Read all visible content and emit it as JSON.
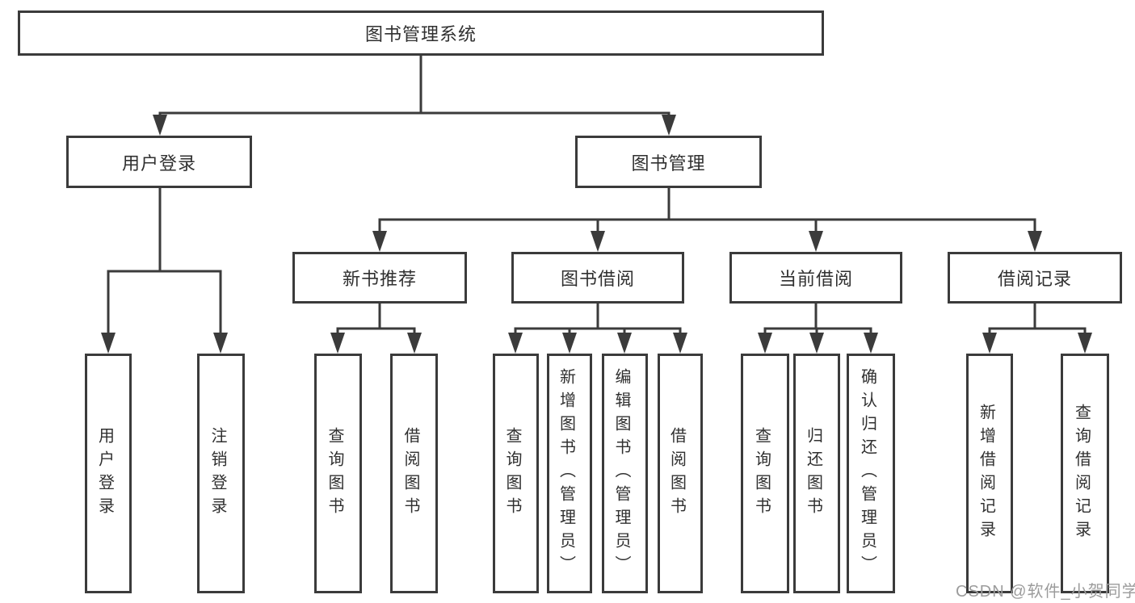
{
  "colors": {
    "line": "#3b3b3b",
    "box_border": "#3b3b3b",
    "text": "#303030",
    "watermark_text": "#9c9c9c",
    "background": "#ffffff"
  },
  "watermark": {
    "text": "CSDN @软件_小贺同学"
  },
  "diagram": {
    "type": "hierarchy-tree",
    "root": {
      "label": "图书管理系统",
      "children": [
        {
          "label": "用户登录",
          "children": [
            {
              "label": "用户登录"
            },
            {
              "label": "注销登录"
            }
          ]
        },
        {
          "label": "图书管理",
          "children": [
            {
              "label": "新书推荐",
              "children": [
                {
                  "label": "查询图书"
                },
                {
                  "label": "借阅图书"
                }
              ]
            },
            {
              "label": "图书借阅",
              "children": [
                {
                  "label": "查询图书"
                },
                {
                  "label": "新增图书（管理员）"
                },
                {
                  "label": "编辑图书（管理员）"
                },
                {
                  "label": "借阅图书"
                }
              ]
            },
            {
              "label": "当前借阅",
              "children": [
                {
                  "label": "查询图书"
                },
                {
                  "label": "归还图书"
                },
                {
                  "label": "确认归还（管理员）"
                }
              ]
            },
            {
              "label": "借阅记录",
              "children": [
                {
                  "label": "新增借阅记录"
                },
                {
                  "label": "查询借阅记录"
                }
              ]
            }
          ]
        }
      ]
    }
  }
}
